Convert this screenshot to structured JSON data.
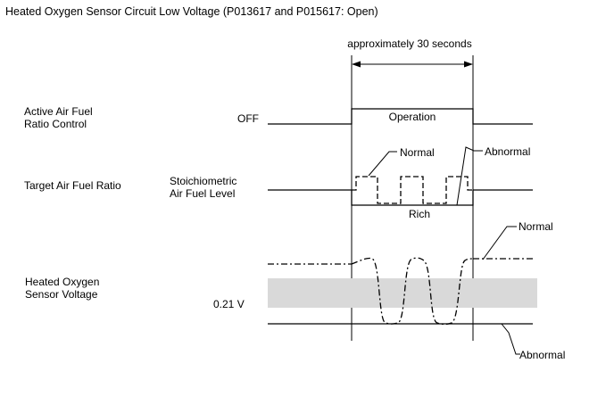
{
  "title": "Heated Oxygen Sensor Circuit Low Voltage (P013617 and P015617: Open)",
  "duration_label": "approximately 30 seconds",
  "rows": {
    "aafrc": {
      "label_line1": "Active Air Fuel",
      "label_line2": "Ratio Control",
      "off_label": "OFF",
      "operation_label": "Operation"
    },
    "tafr": {
      "label": "Target Air Fuel Ratio",
      "stoich_line1": "Stoichiometric",
      "stoich_line2": "Air Fuel Level",
      "normal_label": "Normal",
      "abnormal_label": "Abnormal",
      "rich_label": "Rich"
    },
    "ho2s": {
      "label_line1": "Heated Oxygen",
      "label_line2": "Sensor Voltage",
      "voltage_label": "0.21 V",
      "normal_label": "Normal",
      "abnormal_label": "Abnormal"
    }
  },
  "colors": {
    "line": "#000000",
    "band": "#d9d9d9",
    "background": "#ffffff"
  }
}
